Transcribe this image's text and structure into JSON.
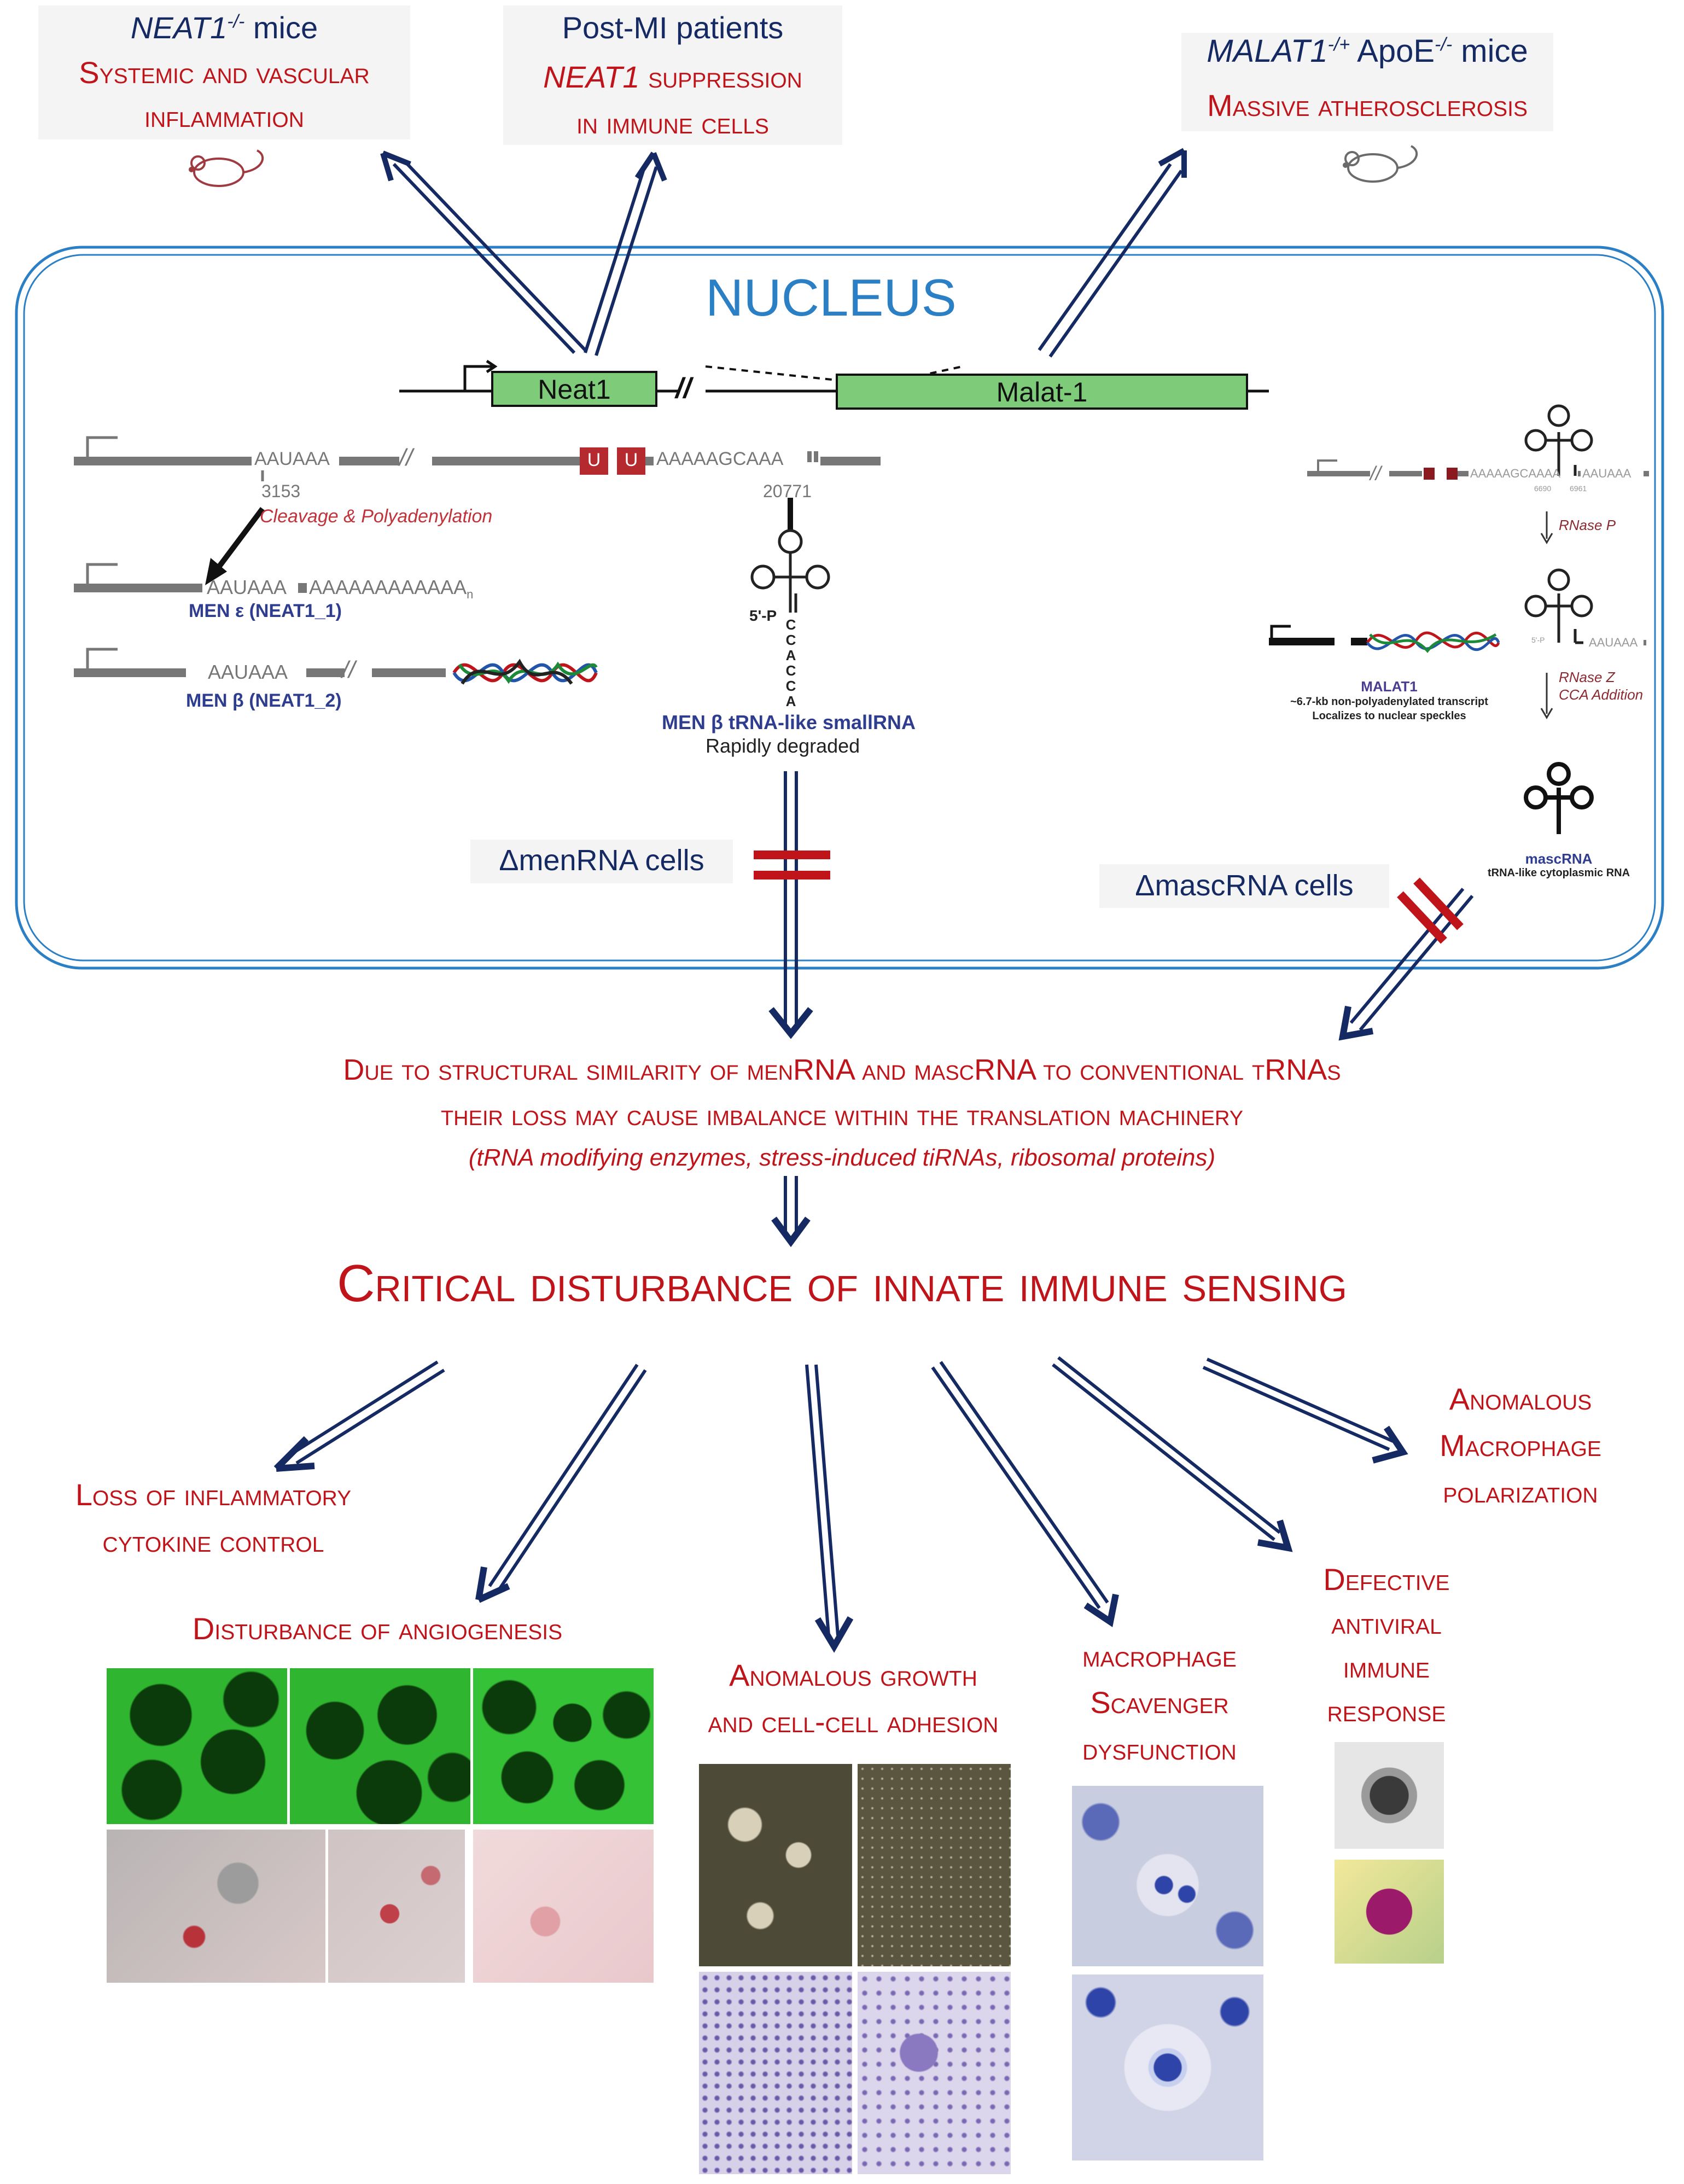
{
  "top_boxes": {
    "neat1_mice": {
      "title": "NEAT1",
      "sup": "-/-",
      "title_rest": " mice",
      "line1": "Systemic and vascular",
      "line2": "inflammation"
    },
    "post_mi": {
      "title": "Post-MI patients",
      "line1_italic": "NEAT1",
      "line1_rest": " suppression",
      "line2": "in immune cells"
    },
    "malat1_mice": {
      "title1": "MALAT1",
      "sup1": "-/+",
      "title2": " ApoE",
      "sup2": "-/-",
      "title3": " mice",
      "line1": "Massive atherosclerosis"
    }
  },
  "nucleus": {
    "title": "NUCLEUS",
    "genes": {
      "neat1": "Neat1",
      "malat1": "Malat-1",
      "break": "//"
    },
    "neat1_locus": {
      "seq1": "AAUAAA",
      "pos1": "3153",
      "uu": "U",
      "seq2": "AAAAAGCAAA",
      "pos2": "20771",
      "cleavage": "Cleavage & Polyadenylation",
      "men_e_seq": "AAUAAA",
      "polyA": "AAAAAAAAAAAA",
      "polyA_n": "n",
      "men_e_label": "MEN ε (NEAT1_1)",
      "men_b_seq": "AAUAAA",
      "men_b_label": "MEN β (NEAT1_2)",
      "trna_5p": "5'-P",
      "trna_cca": [
        "C",
        "C",
        "A",
        "C",
        "C",
        "A"
      ],
      "trna_label": "MEN β tRNA-like smallRNA",
      "trna_sub": "Rapidly degraded"
    },
    "malat1_locus": {
      "seq": "AAAAAGCAAAA",
      "aauaaa": "AAUAAA",
      "pos_a": "6690",
      "pos_b": "6961",
      "rnase_p": "RNase P",
      "rnase_z": "RNase Z",
      "cca": "CCA Addition",
      "aauaaa2": "AAUAAA",
      "p5": "5'-P",
      "malat1_label": "MALAT1",
      "malat1_sub1": "~6.7-kb non-polyadenylated transcript",
      "malat1_sub2": "Localizes to nuclear speckles",
      "mascrna_label": "mascRNA",
      "mascrna_sub": "tRNA-like cytoplasmic RNA"
    },
    "delta_men": "ΔmenRNA cells",
    "delta_masc": "ΔmascRNA cells"
  },
  "middle": {
    "line1": "Due to structural similarity of menRNA and mascRNA to conventional tRNAs",
    "line2": "their loss may cause imbalance within the translation machinery",
    "line3": "(tRNA modifying enzymes, stress-induced tiRNAs, ribosomal proteins)",
    "critical": "Critical disturbance of innate immune sensing"
  },
  "outcomes": {
    "cytokine": [
      "Loss of inflammatory",
      "cytokine control"
    ],
    "angiogenesis": [
      "Disturbance of angiogenesis"
    ],
    "growth": [
      "Anomalous growth",
      "and cell-cell adhesion"
    ],
    "scavenger": [
      "macrophage",
      "Scavenger",
      "dysfunction"
    ],
    "antiviral": [
      "Defective",
      "antiviral",
      "immune",
      "response"
    ],
    "polarization": [
      "Anomalous",
      "Macrophage",
      "polarization"
    ]
  },
  "colors": {
    "navy": "#152a63",
    "red": "#c0141b",
    "nucleus_blue": "#2b7fc4",
    "gene_green": "#7ecb7a"
  }
}
